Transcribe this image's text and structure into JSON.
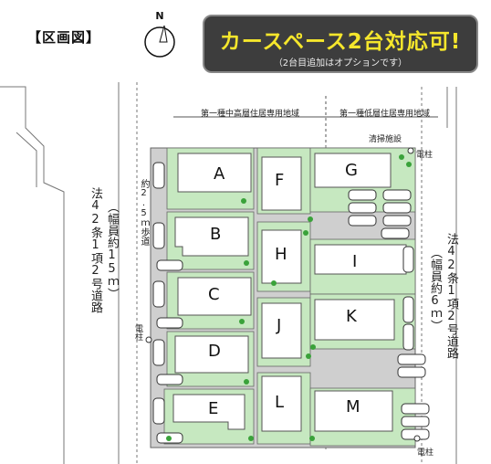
{
  "title": "【区画図】",
  "banner": {
    "main": "カースペース2台対応可!",
    "sub": "（2台目追加はオプションです）",
    "text_color": "#f5e62c",
    "bg_color": "#3d3d3d"
  },
  "compass": {
    "label": "N"
  },
  "zones": {
    "left": "第一種中高層住居専用地域",
    "right": "第一種低層住居専用地域"
  },
  "facility": "清掃施設",
  "poles": [
    "電柱",
    "電柱",
    "電柱"
  ],
  "roads": {
    "left": "法42条1項2号道路",
    "left_width": "（幅員約15ｍ）",
    "right": "法42条1項2号道路",
    "right_width": "（幅員約6ｍ）",
    "sidewalk": "約2.5ｍ歩道"
  },
  "lots": [
    "A",
    "B",
    "C",
    "D",
    "E",
    "F",
    "G",
    "H",
    "I",
    "J",
    "K",
    "L",
    "M"
  ],
  "colors": {
    "lot_green": "#c6e8c0",
    "road_gray": "#cfcfcf",
    "house_fill": "#ffffff",
    "tree_green": "#3aa23a"
  }
}
